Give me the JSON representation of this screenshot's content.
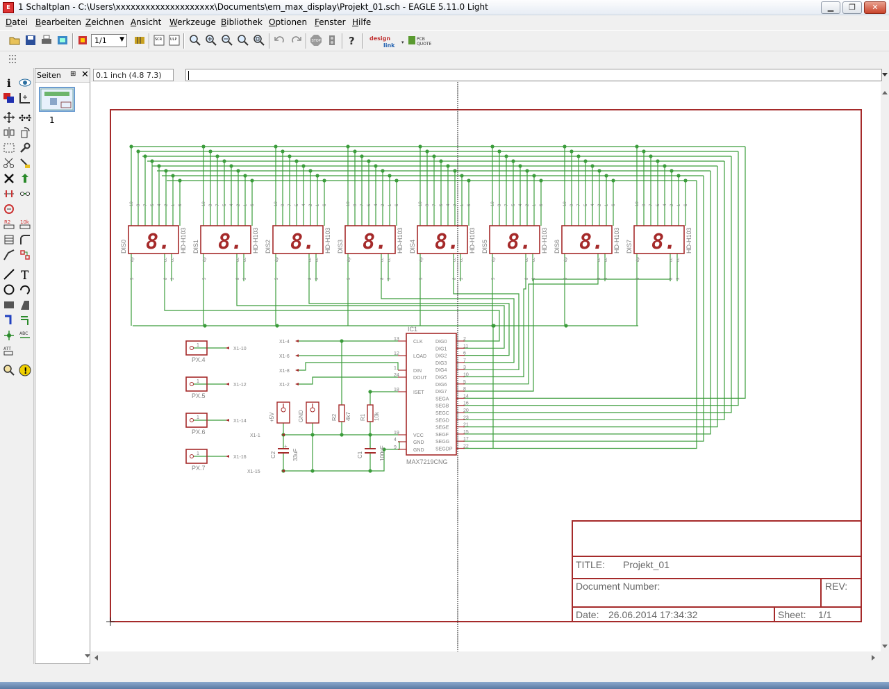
{
  "window": {
    "title": "1 Schaltplan - C:\\Users\\xxxxxxxxxxxxxxxxxxxx\\Documents\\em_max_display\\Projekt_01.sch - EAGLE 5.11.0 Light",
    "app_icon": "eagle-app-icon",
    "minimize_label": "▁",
    "restore_label": "❐",
    "close_label": "✕"
  },
  "menu": [
    {
      "first": "D",
      "rest": "atei"
    },
    {
      "first": "B",
      "rest": "earbeiten"
    },
    {
      "first": "Z",
      "rest": "eichnen"
    },
    {
      "first": "A",
      "rest": "nsicht"
    },
    {
      "first": "W",
      "rest": "erkzeuge"
    },
    {
      "first": "B",
      "rest": "ibliothek"
    },
    {
      "first": "O",
      "rest": "ptionen"
    },
    {
      "first": "F",
      "rest": "enster"
    },
    {
      "first": "H",
      "rest": "ilfe"
    }
  ],
  "toolbar": {
    "sheet_select": "1/1",
    "select_arrow": "▼",
    "stop_label": "STOP",
    "help_label": "?",
    "design_link": "design link",
    "pcb_quote": "PCB QUOTE"
  },
  "pages_panel": {
    "title": "Seiten",
    "pin": "⊞",
    "close": "✕",
    "page_label": "1"
  },
  "coord_display": "0.1 inch (4.8 7.3)",
  "left_tools": {
    "info": "i",
    "text": "T",
    "name": "R2",
    "value": "10k",
    "attribute": "ATT",
    "label": "ABC",
    "erc": "!"
  },
  "schematic": {
    "displays": [
      {
        "name": "DIS0",
        "value": "HD-H103"
      },
      {
        "name": "DIS1",
        "value": "HD-H103"
      },
      {
        "name": "DIS2",
        "value": "HD-H103"
      },
      {
        "name": "DIS3",
        "value": "HD-H103"
      },
      {
        "name": "DIS4",
        "value": "HD-H103"
      },
      {
        "name": "DIS5",
        "value": "HD-H103"
      },
      {
        "name": "DIS6",
        "value": "HD-H103"
      },
      {
        "name": "DIS7",
        "value": "HD-H103"
      }
    ],
    "digit_glyph": "8.",
    "display_top_pins": [
      "10",
      "9",
      "7",
      "5",
      "4",
      "2",
      "1",
      "6"
    ],
    "display_bottom_labels": [
      "dp",
      "cc",
      "cc"
    ],
    "display_bottom_pins": [
      "5",
      "8",
      "3"
    ],
    "ic": {
      "ref": "IC1",
      "value": "MAX7219CNG",
      "left_pins": [
        {
          "num": "13",
          "name": "CLK"
        },
        {
          "num": "12",
          "name": "LOAD"
        },
        {
          "num": "1",
          "name": "DIN"
        },
        {
          "num": "24",
          "name": "DOUT"
        },
        {
          "num": "18",
          "name": "ISET"
        },
        {
          "num": "19",
          "name": "VCC"
        },
        {
          "num": "4",
          "name": "GND"
        },
        {
          "num": "9",
          "name": "GND"
        }
      ],
      "right_pins": [
        {
          "num": "2",
          "name": "DIG0"
        },
        {
          "num": "11",
          "name": "DIG1"
        },
        {
          "num": "6",
          "name": "DIG2"
        },
        {
          "num": "7",
          "name": "DIG3"
        },
        {
          "num": "3",
          "name": "DIG4"
        },
        {
          "num": "10",
          "name": "DIG5"
        },
        {
          "num": "5",
          "name": "DIG6"
        },
        {
          "num": "8",
          "name": "DIG7"
        },
        {
          "num": "14",
          "name": "SEGA"
        },
        {
          "num": "16",
          "name": "SEGB"
        },
        {
          "num": "20",
          "name": "SEGC"
        },
        {
          "num": "23",
          "name": "SEGD"
        },
        {
          "num": "21",
          "name": "SEGE"
        },
        {
          "num": "15",
          "name": "SEGF"
        },
        {
          "num": "17",
          "name": "SEGG"
        },
        {
          "num": "22",
          "name": "SEGDP"
        }
      ]
    },
    "net_labels": [
      "X1-4",
      "X1-6",
      "X1-8",
      "X1-2",
      "X1-1",
      "X1-15"
    ],
    "connectors": [
      {
        "name": "PX.4",
        "pin": "1",
        "net": "X1-10"
      },
      {
        "name": "PX.5",
        "pin": "1",
        "net": "X1-12"
      },
      {
        "name": "PX.6",
        "pin": "1",
        "net": "X1-14"
      },
      {
        "name": "PX.7",
        "pin": "1",
        "net": "X1-16"
      }
    ],
    "supplies": [
      "+5V",
      "GND"
    ],
    "resistors": [
      {
        "name": "R2",
        "value": "4k7"
      },
      {
        "name": "R1",
        "value": "10k"
      }
    ],
    "capacitors": [
      {
        "name": "C2",
        "value": "33uF"
      },
      {
        "name": "C1",
        "value": "100nF"
      }
    ],
    "frame": {
      "title_label": "TITLE:",
      "title_value": "Projekt_01",
      "docnum_label": "Document Number:",
      "rev_label": "REV:",
      "date_label": "Date:",
      "date_value": "26.06.2014 17:34:32",
      "sheet_label": "Sheet:",
      "sheet_value": "1/1"
    }
  },
  "colors": {
    "frame": "#a52a2a",
    "wire": "#3b9c3b",
    "junction": "#3b9c3b",
    "text": "#808080"
  }
}
